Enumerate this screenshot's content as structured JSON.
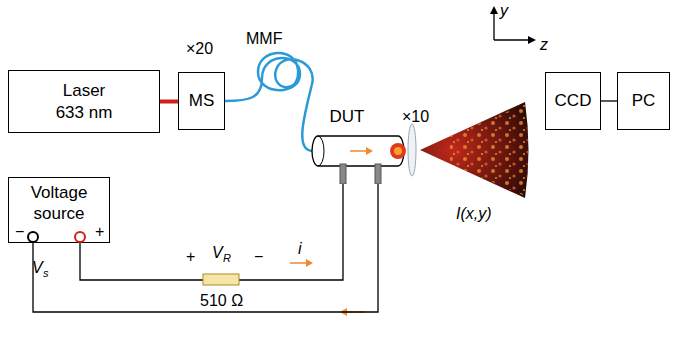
{
  "diagram": {
    "nodes": [
      {
        "text": [
          "Laser 633 nm"
        ]
      },
      {
        "text": [
          "MS"
        ]
      },
      {
        "text": [
          "DUT"
        ]
      },
      {
        "text": [
          "CCD"
        ]
      },
      {
        "text": [
          "PC"
        ]
      },
      {
        "text": [
          "Voltage source",
          "−",
          "+"
        ]
      }
    ],
    "edges": [
      {
        "from": 0,
        "to": 1,
        "arrow": "none"
      },
      {
        "from": 1,
        "to": 2,
        "arrow": "none"
      },
      {
        "from": 3,
        "to": 4,
        "arrow": "none"
      },
      {
        "from": 5,
        "to": 2,
        "arrow": "none"
      },
      {
        "from": 5,
        "to": 2,
        "arrow": "none"
      }
    ],
    "labels": [
      "×20",
      "MMF",
      "×10",
      "I(x,y)",
      "y",
      "z",
      "V",
      "s",
      "V",
      "R",
      "+",
      "−",
      "i",
      "510 Ω"
    ]
  }
}
